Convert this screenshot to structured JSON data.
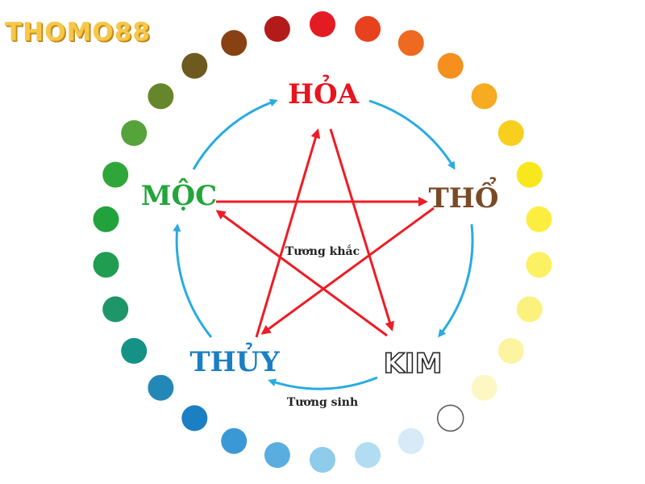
{
  "logo": {
    "text": "THOMO88"
  },
  "elements": {
    "hoa": "HỎA",
    "tho": "THỔ",
    "moc": "MỘC",
    "thuy": "THỦY",
    "kim": "KIM"
  },
  "labels": {
    "khac": "Tương khắc",
    "sinh": "Tương sinh"
  },
  "colors": {
    "generating_arrow": "#29abe2",
    "overcoming_arrow": "#ee1c25",
    "hoa": "#e8141e",
    "tho": "#7a4a26",
    "moc": "#22a53a",
    "thuy": "#1a7fc3"
  },
  "color_wheel": [
    "#e51b24",
    "#e8411e",
    "#ee6a21",
    "#f58f1e",
    "#f7ab20",
    "#f8cf1f",
    "#f9e71d",
    "#fbee40",
    "#fbf162",
    "#fbf27d",
    "#fcf4a0",
    "#fdf7c4",
    "#ffffff",
    "#d6eaf8",
    "#b2dcf2",
    "#8fcbea",
    "#5aaedf",
    "#3b98d6",
    "#1a7fc3",
    "#2488b7",
    "#159285",
    "#1e966a",
    "#219d52",
    "#21a23d",
    "#2fa63a",
    "#57a33b",
    "#66862c",
    "#6e5a1f",
    "#874112",
    "#b31b1b"
  ]
}
